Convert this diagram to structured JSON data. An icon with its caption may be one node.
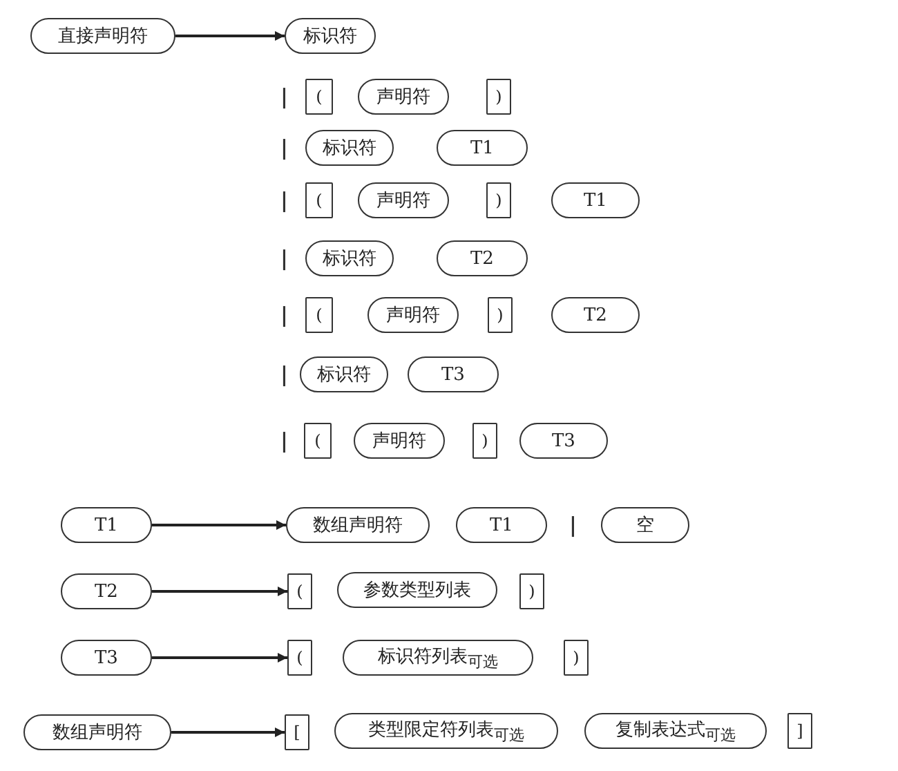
{
  "diagram": {
    "nodes": [
      {
        "text": [
          "直接声明符"
        ]
      },
      {
        "text": [
          "标识符"
        ]
      },
      {
        "text": [
          "("
        ]
      },
      {
        "text": [
          "声明符"
        ]
      },
      {
        "text": [
          ")"
        ]
      },
      {
        "text": [
          "标识符"
        ]
      },
      {
        "text": [
          "T1"
        ]
      },
      {
        "text": [
          "("
        ]
      },
      {
        "text": [
          "声明符"
        ]
      },
      {
        "text": [
          ")"
        ]
      },
      {
        "text": [
          "T1"
        ]
      },
      {
        "text": [
          "标识符"
        ]
      },
      {
        "text": [
          "T2"
        ]
      },
      {
        "text": [
          "("
        ]
      },
      {
        "text": [
          "声明符"
        ]
      },
      {
        "text": [
          ")"
        ]
      },
      {
        "text": [
          "T2"
        ]
      },
      {
        "text": [
          "标识符"
        ]
      },
      {
        "text": [
          "T3"
        ]
      },
      {
        "text": [
          "("
        ]
      },
      {
        "text": [
          "声明符"
        ]
      },
      {
        "text": [
          ")"
        ]
      },
      {
        "text": [
          "T3"
        ]
      },
      {
        "text": [
          "T1"
        ]
      },
      {
        "text": [
          "数组声明符"
        ]
      },
      {
        "text": [
          "T1"
        ]
      },
      {
        "text": [
          "空"
        ]
      },
      {
        "text": [
          "T2"
        ]
      },
      {
        "text": [
          "("
        ]
      },
      {
        "text": [
          "参数类型列表"
        ]
      },
      {
        "text": [
          ")"
        ]
      },
      {
        "text": [
          "T3"
        ]
      },
      {
        "text": [
          "("
        ]
      },
      {
        "text": [
          "标识符列表$_{可选}$"
        ]
      },
      {
        "text": [
          ")"
        ]
      },
      {
        "text": [
          "数组声明符"
        ]
      },
      {
        "text": [
          "["
        ]
      },
      {
        "text": [
          "类型限定符列表$_{可选}$"
        ]
      },
      {
        "text": [
          "复制表达式$_{可选}$"
        ]
      },
      {
        "text": [
          "]"
        ]
      }
    ],
    "edges": [
      {
        "from": 0,
        "to": 1,
        "arrow": "to"
      },
      {
        "from": 23,
        "to": 24,
        "arrow": "to"
      },
      {
        "from": 27,
        "to": 28,
        "arrow": "to"
      },
      {
        "from": 31,
        "to": 32,
        "arrow": "to"
      },
      {
        "from": 35,
        "to": 36,
        "arrow": "to"
      }
    ],
    "labels": [
      "|",
      "|",
      "|",
      "|",
      "|",
      "|",
      "|",
      "|"
    ]
  }
}
